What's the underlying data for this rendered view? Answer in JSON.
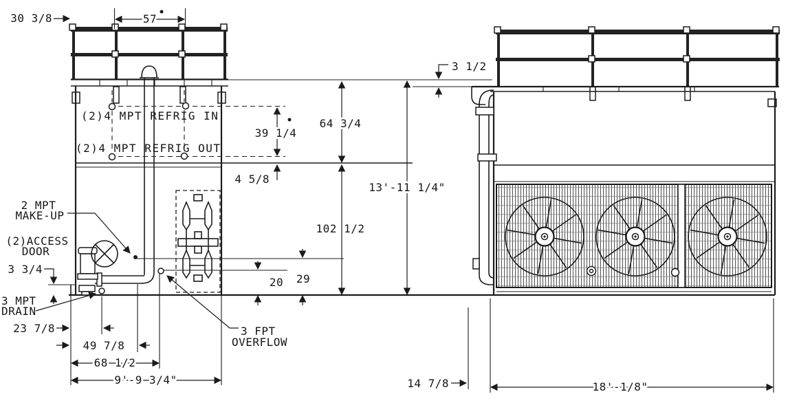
{
  "left_view": {
    "dim_30_38": "30 3/8",
    "dim_57": "57",
    "label_refrig_in": "(2)4 MPT REFRIG IN",
    "label_refrig_out": "(2)4 MPT REFRIG OUT",
    "dim_39_14": "39 1/4",
    "dim_4_58": "4 5/8",
    "dim_64_34": "64 3/4",
    "dim_102_12": "102 1/2",
    "label_makeup_1": "2 MPT",
    "label_makeup_2": "MAKE-UP",
    "label_access_1": "(2)ACCESS",
    "label_access_2": "DOOR",
    "dim_3_34": "3 3/4",
    "label_drain_1": "3 MPT",
    "label_drain_2": "DRAIN",
    "label_overflow_1": "3 FPT",
    "label_overflow_2": "OVERFLOW",
    "dim_20": "20",
    "dim_29": "29",
    "dim_23_78": "23 7/8",
    "dim_49_78": "49 7/8",
    "dim_68_12": "68 1/2",
    "dim_width": "9'-9 3/4\""
  },
  "center": {
    "dim_3_12": "3 1/2",
    "dim_height": "13'-11 1/4\""
  },
  "right_view": {
    "dim_14_78": "14 7/8",
    "dim_length": "18'-1/8\""
  }
}
